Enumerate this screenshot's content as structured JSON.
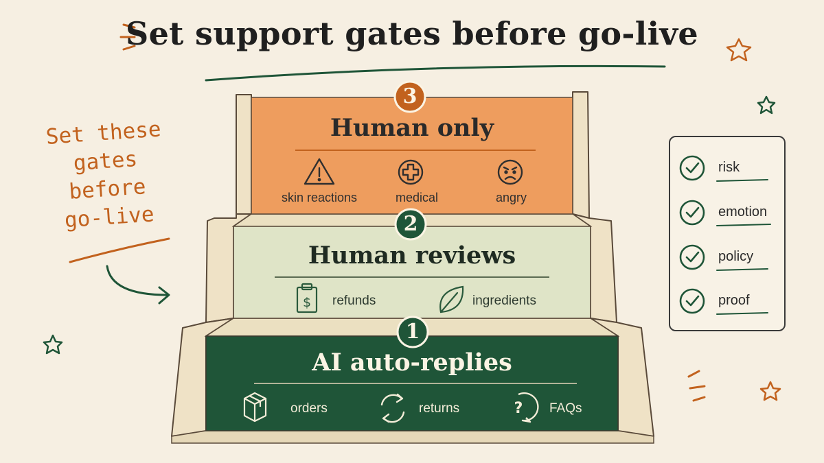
{
  "title": "Set support gates before go-live",
  "side_note": "Set these gates before go-live",
  "tiers": [
    {
      "number": "3",
      "title": "Human only",
      "items": [
        {
          "label": "skin reactions",
          "icon": "warning-triangle-icon"
        },
        {
          "label": "medical",
          "icon": "medical-cross-icon"
        },
        {
          "label": "angry",
          "icon": "angry-face-icon"
        }
      ]
    },
    {
      "number": "2",
      "title": "Human reviews",
      "items": [
        {
          "label": "refunds",
          "icon": "clipboard-dollar-icon"
        },
        {
          "label": "ingredients",
          "icon": "leaf-icon"
        }
      ]
    },
    {
      "number": "1",
      "title": "AI auto-replies",
      "items": [
        {
          "label": "orders",
          "icon": "package-box-icon"
        },
        {
          "label": "returns",
          "icon": "refresh-arrows-icon"
        },
        {
          "label": "FAQs",
          "icon": "question-bubble-icon"
        }
      ]
    }
  ],
  "checklist": [
    "risk",
    "emotion",
    "policy",
    "proof"
  ],
  "colors": {
    "background": "#f6efe2",
    "tier3": "#ee9d5e",
    "tier2": "#dfe4c7",
    "tier1": "#1f5538",
    "accent_green": "#1f5538",
    "accent_orange": "#c2621e",
    "stone": "#efe2c6"
  }
}
